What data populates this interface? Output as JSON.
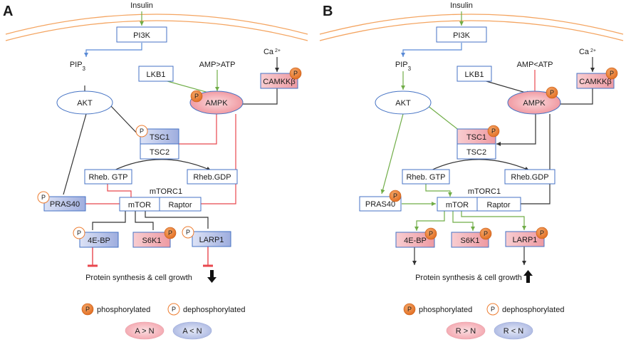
{
  "panel_a": {
    "letter": "A",
    "insulin": "Insulin",
    "pi3k": "PI3K",
    "pip3_main": "PIP",
    "pip3_sub": "3",
    "lkb1": "LKB1",
    "amp_ratio": "AMP>ATP",
    "ca_main": "Ca",
    "ca_sup": "2+",
    "camkk": "CAMKKβ",
    "akt": "AKT",
    "ampk": "AMPK",
    "tsc1": "TSC1",
    "tsc2": "TSC2",
    "rheb_gtp": "Rheb. GTP",
    "rheb_gdp": "Rheb.GDP",
    "mtorc1": "mTORC1",
    "mtor": "mTOR",
    "raptor": "Raptor",
    "pras40": "PRAS40",
    "ebp": "4E-BP",
    "s6k1": "S6K1",
    "larp1": "LARP1",
    "outcome": "Protein synthesis & cell growth",
    "legend_phos": "phosphorylated",
    "legend_dephos": "dephosphorylated",
    "legend_up": "A > N",
    "legend_down": "A < N"
  },
  "panel_b": {
    "letter": "B",
    "insulin": "Insulin",
    "pi3k": "PI3K",
    "pip3_main": "PIP",
    "pip3_sub": "3",
    "lkb1": "LKB1",
    "amp_ratio": "AMP<ATP",
    "ca_main": "Ca",
    "ca_sup": "2+",
    "camkk": "CAMKKβ",
    "akt": "AKT",
    "ampk": "AMPK",
    "tsc1": "TSC1",
    "tsc2": "TSC2",
    "rheb_gtp": "Rheb. GTP",
    "rheb_gdp": "Rheb.GDP",
    "mtorc1": "mTORC1",
    "mtor": "mTOR",
    "raptor": "Raptor",
    "pras40": "PRAS40",
    "ebp": "4E-BP",
    "s6k1": "S6K1",
    "larp1": "LARP1",
    "outcome": "Protein synthesis & cell growth",
    "legend_phos": "phosphorylated",
    "legend_dephos": "dephosphorylated",
    "legend_up": "R > N",
    "legend_down": "R < N"
  },
  "badge": {
    "letter": "P"
  },
  "colors": {
    "membrane": "#f4a460",
    "phospho": "#ed7d31",
    "green": "#70ad47",
    "red": "#e8474e",
    "blue": "#5b8bd6",
    "dark": "#333333",
    "box_border": "#4472c4",
    "up_fill": "#f4b6bd",
    "down_fill": "#b4bfe6"
  }
}
